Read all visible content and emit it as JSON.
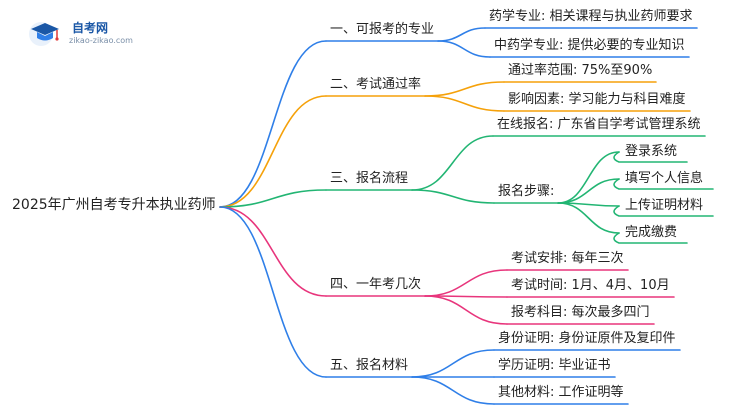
{
  "logo": {
    "title": "自考网",
    "subtitle": "zikao-zikao.com"
  },
  "root": {
    "label": "2025年广州自考专升本执业药师"
  },
  "colors": {
    "blue": "#2f7fe8",
    "orange": "#f5a10a",
    "green": "#22b573",
    "pink": "#e8357c",
    "brand": "#1a57a6"
  },
  "branches": [
    {
      "label": "一、可报考的专业",
      "color_key": "blue",
      "children": [
        {
          "label": "药学专业: 相关课程与执业药师要求"
        },
        {
          "label": "中药学专业: 提供必要的专业知识"
        }
      ]
    },
    {
      "label": "二、考试通过率",
      "color_key": "orange",
      "children": [
        {
          "label": "通过率范围: 75%至90%"
        },
        {
          "label": "影响因素: 学习能力与科目难度"
        }
      ]
    },
    {
      "label": "三、报名流程",
      "color_key": "green",
      "children": [
        {
          "label": "在线报名: 广东省自学考试管理系统"
        },
        {
          "label": "报名步骤:",
          "children": [
            {
              "label": "登录系统"
            },
            {
              "label": "填写个人信息"
            },
            {
              "label": "上传证明材料"
            },
            {
              "label": "完成缴费"
            }
          ]
        }
      ]
    },
    {
      "label": "四、一年考几次",
      "color_key": "pink",
      "children": [
        {
          "label": "考试安排: 每年三次"
        },
        {
          "label": "考试时间: 1月、4月、10月"
        },
        {
          "label": "报考科目: 每次最多四门"
        }
      ]
    },
    {
      "label": "五、报名材料",
      "color_key": "blue",
      "children": [
        {
          "label": "身份证明: 身份证原件及复印件"
        },
        {
          "label": "学历证明: 毕业证书"
        },
        {
          "label": "其他材料: 工作证明等"
        }
      ]
    }
  ]
}
